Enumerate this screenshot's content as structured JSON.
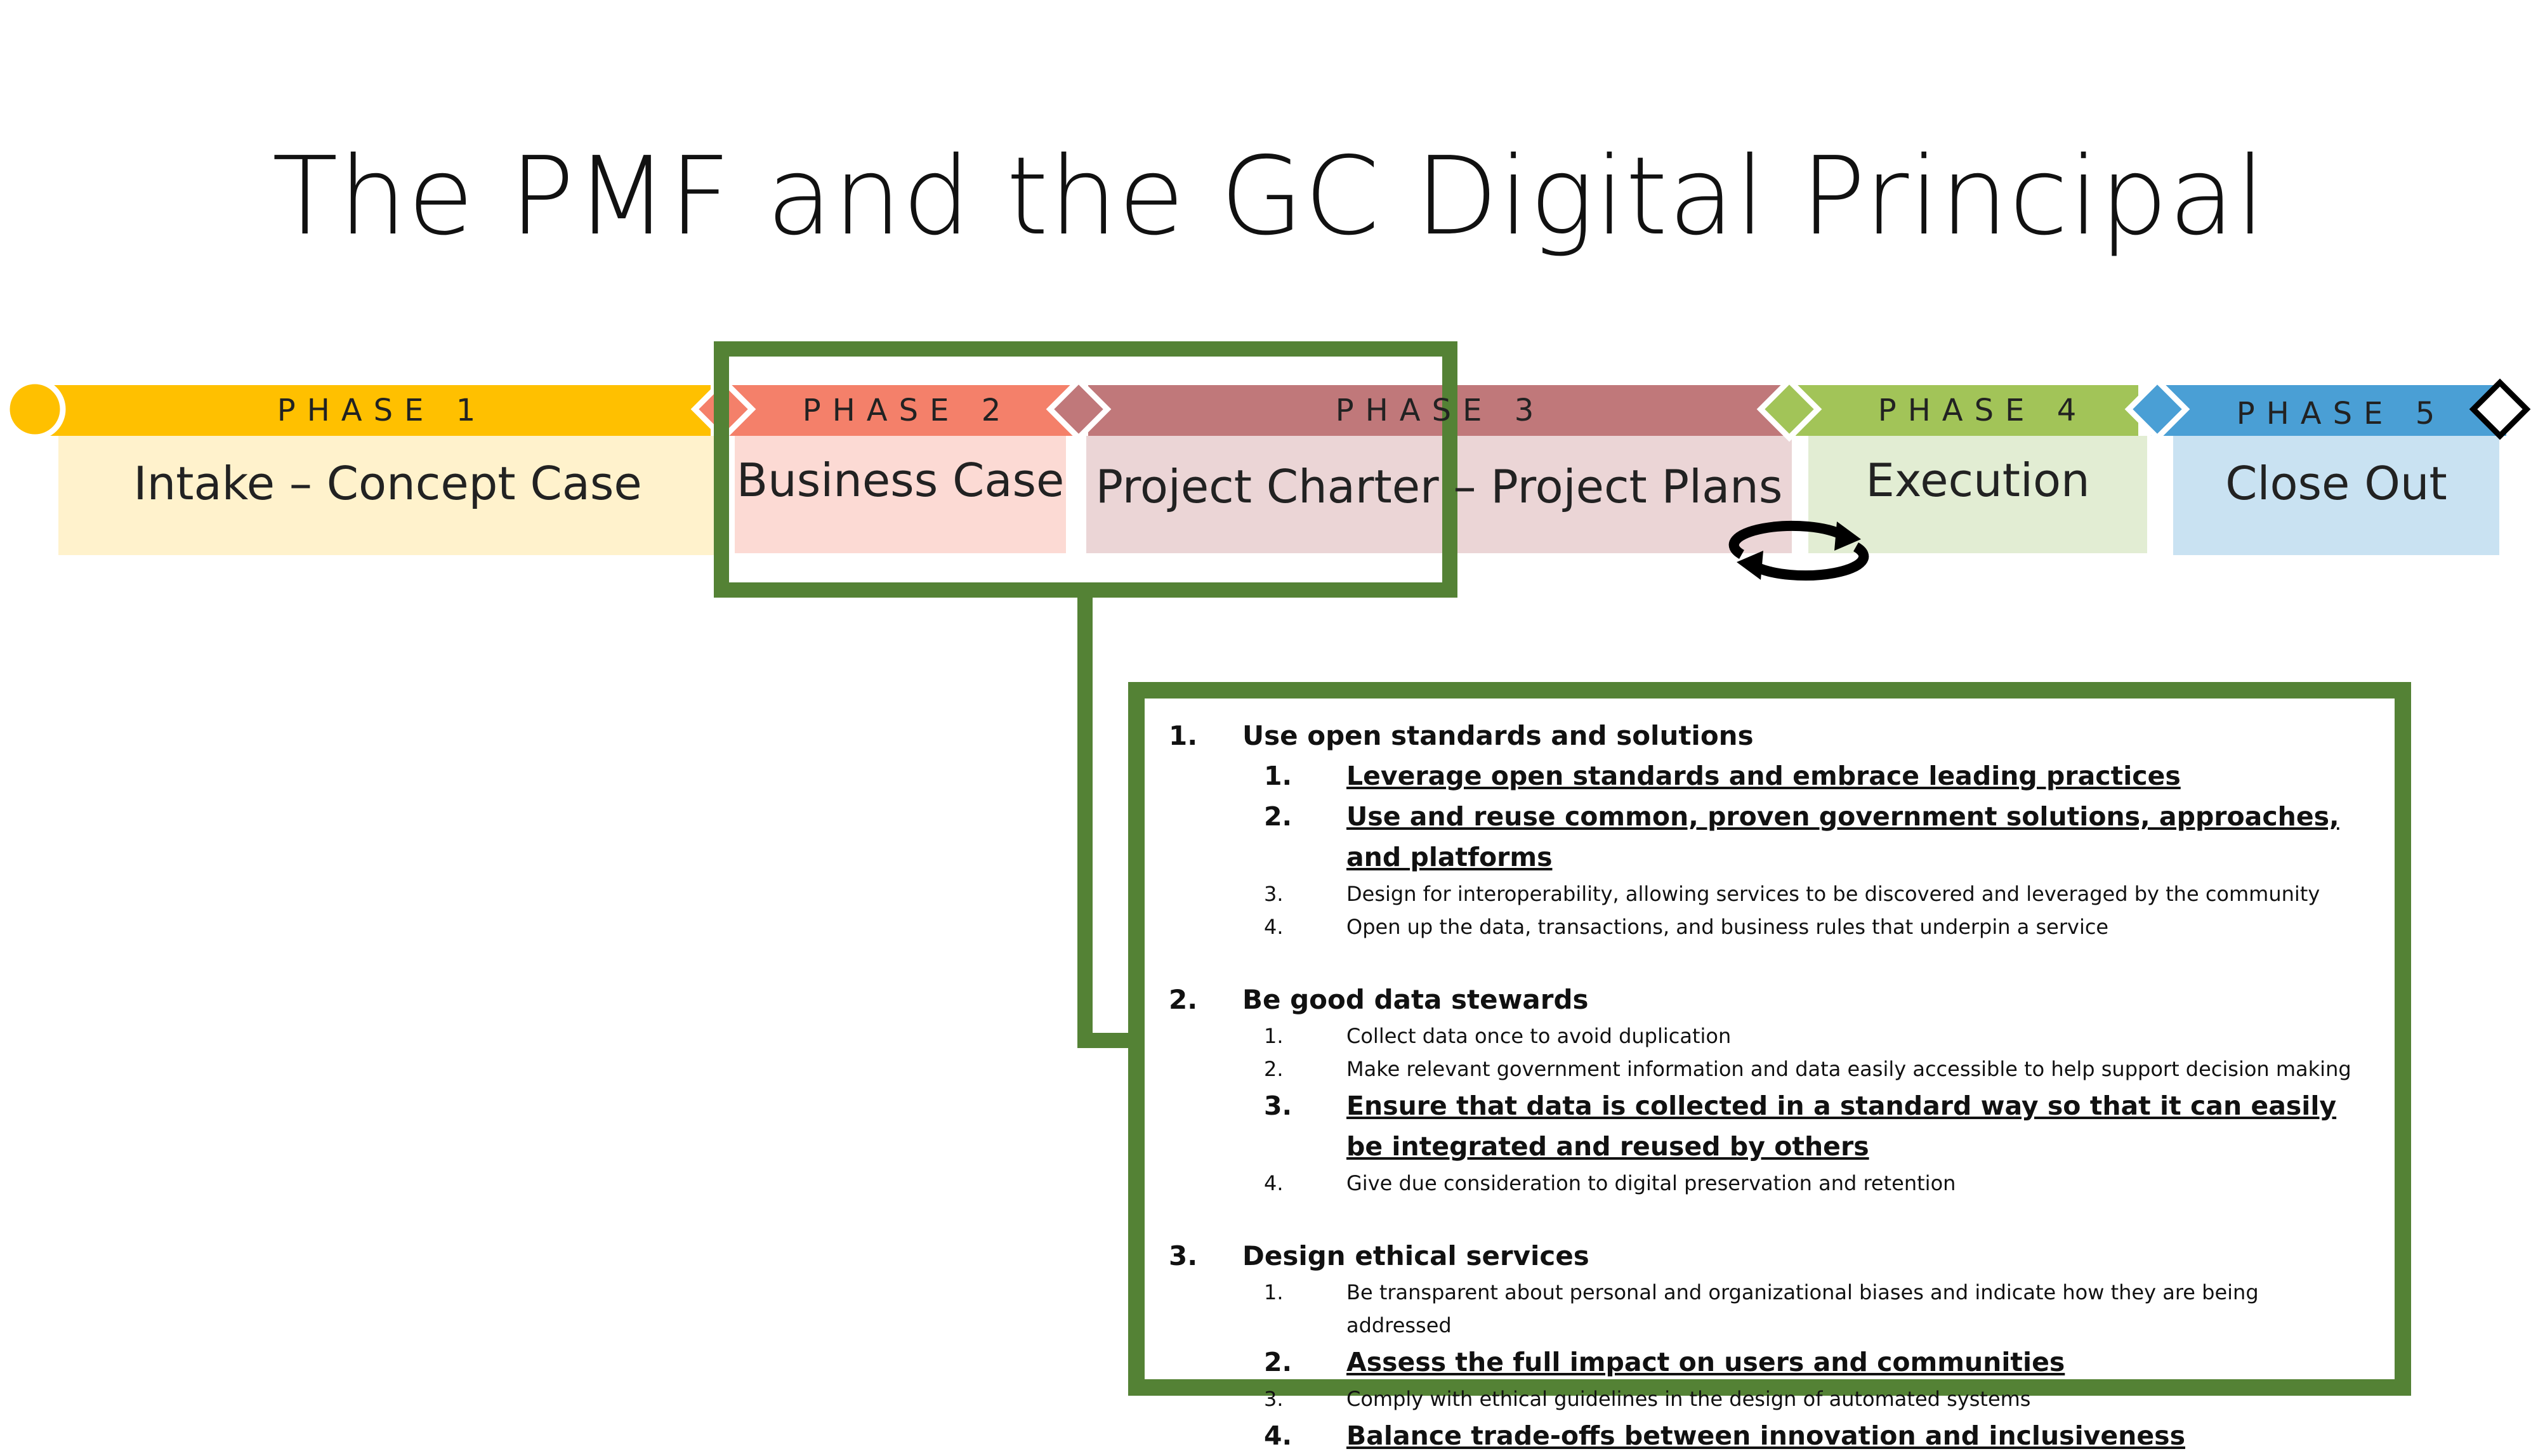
{
  "title": "The PMF and the GC Digital Principal",
  "phases": [
    {
      "label": "PHASE 1",
      "name": "Intake – Concept Case",
      "bar_color": "#FFC000",
      "box_color": "#FFF2CC"
    },
    {
      "label": "PHASE 2",
      "name": "Business Case",
      "bar_color": "#F4806A",
      "box_color": "#FCDAD4"
    },
    {
      "label": "PHASE 3",
      "name": "Project Charter – Project Plans",
      "bar_color": "#C0787A",
      "box_color": "#EBD5D6"
    },
    {
      "label": "PHASE 4",
      "name": "Execution",
      "bar_color": "#A2C458",
      "box_color": "#E2EDD3"
    },
    {
      "label": "PHASE 5",
      "name": "Close Out",
      "bar_color": "#4A9FD5",
      "box_color": "#C9E2F2"
    }
  ],
  "highlight_color": "#548235",
  "icons": {
    "cycle": "cycle-arrows-icon"
  },
  "principles": [
    {
      "num": "1.",
      "title": "Use open standards and solutions",
      "items": [
        {
          "num": "1.",
          "text": "Leverage open standards and embrace leading practices",
          "bold": true
        },
        {
          "num": "2.",
          "text": "Use and reuse common, proven government solutions, approaches, and platforms",
          "bold": true
        },
        {
          "num": "3.",
          "text": "Design for interoperability, allowing services to be discovered and leveraged by the community",
          "bold": false
        },
        {
          "num": "4.",
          "text": "Open up the data, transactions, and business rules that underpin a service",
          "bold": false
        }
      ]
    },
    {
      "num": "2.",
      "title": "Be good data stewards",
      "items": [
        {
          "num": "1.",
          "text": "Collect data once to avoid duplication",
          "bold": false
        },
        {
          "num": "2.",
          "text": "Make relevant government information and data easily accessible to help support decision making",
          "bold": false
        },
        {
          "num": "3.",
          "text": "Ensure that data is collected in a standard way so that it can easily be integrated and reused by others",
          "bold": true
        },
        {
          "num": "4.",
          "text": "Give due consideration to digital preservation and retention",
          "bold": false
        }
      ]
    },
    {
      "num": "3.",
      "title": "Design ethical services",
      "items": [
        {
          "num": "1.",
          "text": "Be transparent about personal and organizational biases and indicate how they are being addressed",
          "bold": false
        },
        {
          "num": "2.",
          "text": "Assess the full impact on users and communities",
          "bold": true
        },
        {
          "num": "3.",
          "text": "Comply with ethical guidelines in the design of automated systems",
          "bold": false
        },
        {
          "num": "4.",
          "text": "Balance trade-offs between innovation and inclusiveness",
          "bold": true
        }
      ]
    }
  ]
}
